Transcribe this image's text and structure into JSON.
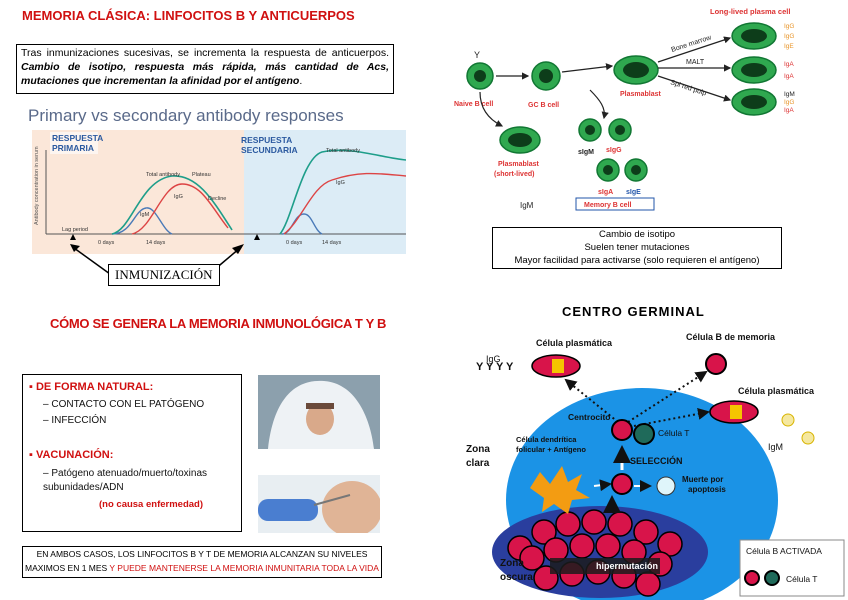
{
  "title": "MEMORIA CLÁSICA: LINFOCITOS B Y ANTICUERPOS",
  "intro": {
    "text_plain": "Tras inmunizaciones sucesivas, se incrementa la respuesta de anticuerpos.",
    "text_emph": "Cambio de isotipo, respuesta más rápida, más cantidad de Acs, mutaciones que incrementan la afinidad por el antígeno",
    "text_end": "."
  },
  "response_chart": {
    "title": "Primary vs secondary antibody responses",
    "primary_label": [
      "RESPUESTA",
      "PRIMARIA"
    ],
    "secondary_label": [
      "RESPUESTA",
      "SECUNDARIA"
    ],
    "yaxis": "Antibody concentration in serum",
    "labels": {
      "total1": "Total antibody",
      "plateau": "Plateau",
      "decline": "Decline",
      "igm": "IgM",
      "igg1": "IgG",
      "lag": "Lag period",
      "total2": "Total antibody",
      "igg2": "IgG",
      "t1": "0 days",
      "t2": "14 days",
      "t3": "0 days",
      "t4": "14 days"
    },
    "immunization": "INMUNIZACIÓN"
  },
  "bcell_diagram": {
    "long_lived": "Long-lived plasma cell",
    "naive": "Naive B cell",
    "gc": "GC B cell",
    "plasmablast": "Plasmablast",
    "plasmablast_short": [
      "Plasmablast",
      "(short-lived)"
    ],
    "bone_marrow": "Bone marrow",
    "malt": "MALT",
    "spl": "Spl red pulp",
    "igm_cell": "sIgM",
    "igg_cell": "sIgG",
    "iga_cell": "sIgA",
    "ige_cell": "sIgE",
    "memory": "Memory B cell",
    "igm_label": "IgM",
    "iggs": [
      "IgG",
      "IgG",
      "IgE"
    ],
    "igas": [
      "IgA",
      "IgA"
    ],
    "spl_igs": [
      "IgM",
      "IgG",
      "IgA"
    ],
    "info_lines": [
      "Cambio de isotipo",
      "Suelen tener mutaciones",
      "Mayor facilidad para activarse (solo requieren el antígeno)"
    ]
  },
  "memory_section": {
    "heading": "CÓMO SE GENERA LA MEMORIA INMUNOLÓGICA T Y B",
    "natural_label": "DE FORMA NATURAL:",
    "natural_items": [
      "CONTACTO CON EL PATÓGENO",
      "INFECCIÓN"
    ],
    "vacc_label": "VACUNACIÓN:",
    "vacc_items": [
      "Patógeno atenuado/muerto/toxinas subunidades/ADN"
    ],
    "vacc_note": "(no causa enfermedad)",
    "footer_plain": "EN AMBOS CASOS, LOS LINFOCITOS B Y T DE MEMORIA ALCANZAN SU NIVELES MAXIMOS EN 1 MES",
    "footer_red": "Y PUEDE MANTENERSE LA MEMORIA INMUNITARIA TODA LA VIDA"
  },
  "germinal_center": {
    "title": "CENTRO GERMINAL",
    "igg": "IgG",
    "yyyy": "Y Y Y Y",
    "plasma1": "Célula plasmática",
    "memory_cell": "Célula B de memoria",
    "plasma2": "Célula plasmática",
    "igm": "IgM",
    "zona_clara": [
      "Zona",
      "clara"
    ],
    "zona_oscura": [
      "Zona",
      "oscura"
    ],
    "centrocito": "Centrocito",
    "celula_t": "Célula T",
    "dendritic": [
      "Célula dendrítica",
      "folicular + Antígeno"
    ],
    "seleccion": "SELECCIÓN",
    "apoptosis": [
      "Muerte por",
      "apoptosis"
    ],
    "hipermutacion": "hipermutación",
    "legend_title": "Célula B ACTIVADA",
    "legend_t": "Célula T"
  }
}
